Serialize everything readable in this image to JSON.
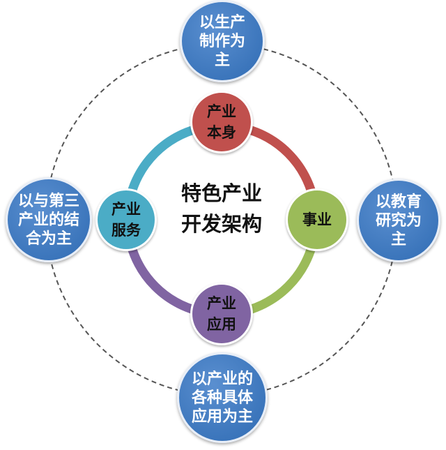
{
  "center_title": {
    "line1": "特色产业",
    "line2": "开发架构"
  },
  "inner_nodes": [
    {
      "id": "top",
      "text": "产业\n本身",
      "color": "#c0504d"
    },
    {
      "id": "right",
      "text": "事业",
      "color": "#9bbb59"
    },
    {
      "id": "bottom",
      "text": "产业\n应用",
      "color": "#8064a2"
    },
    {
      "id": "left",
      "text": "产业\n服务",
      "color": "#4bacc6"
    }
  ],
  "outer_nodes": [
    {
      "id": "top",
      "text": "以生产\n制作为\n主"
    },
    {
      "id": "right",
      "text": "以教育\n研究为\n主"
    },
    {
      "id": "bottom",
      "text": "以产业的\n各种具体\n应用为主"
    },
    {
      "id": "left",
      "text": "以与第三\n产业的结\n合为主"
    }
  ],
  "colors": {
    "outer_node": "#3d79c0",
    "dashed_ring": "#555555"
  }
}
